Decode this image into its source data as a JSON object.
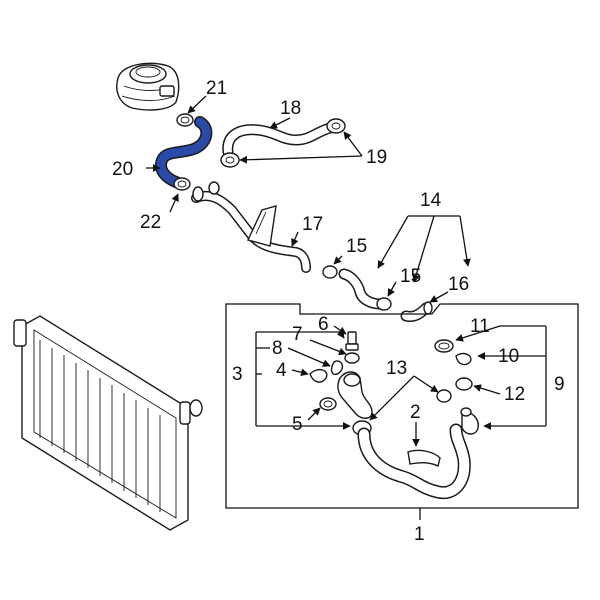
{
  "callouts": {
    "c1": "1",
    "c2": "2",
    "c3": "3",
    "c4": "4",
    "c5": "5",
    "c6": "6",
    "c7": "7",
    "c8": "8",
    "c9": "9",
    "c10": "10",
    "c11": "11",
    "c12": "12",
    "c13": "13",
    "c14": "14",
    "c15a": "15",
    "c15b": "15",
    "c16": "16",
    "c17": "17",
    "c18": "18",
    "c19": "19",
    "c20": "20",
    "c21": "21",
    "c22": "22"
  },
  "colors": {
    "highlight": "#2b4aa8",
    "line": "#111111",
    "background": "#ffffff"
  }
}
